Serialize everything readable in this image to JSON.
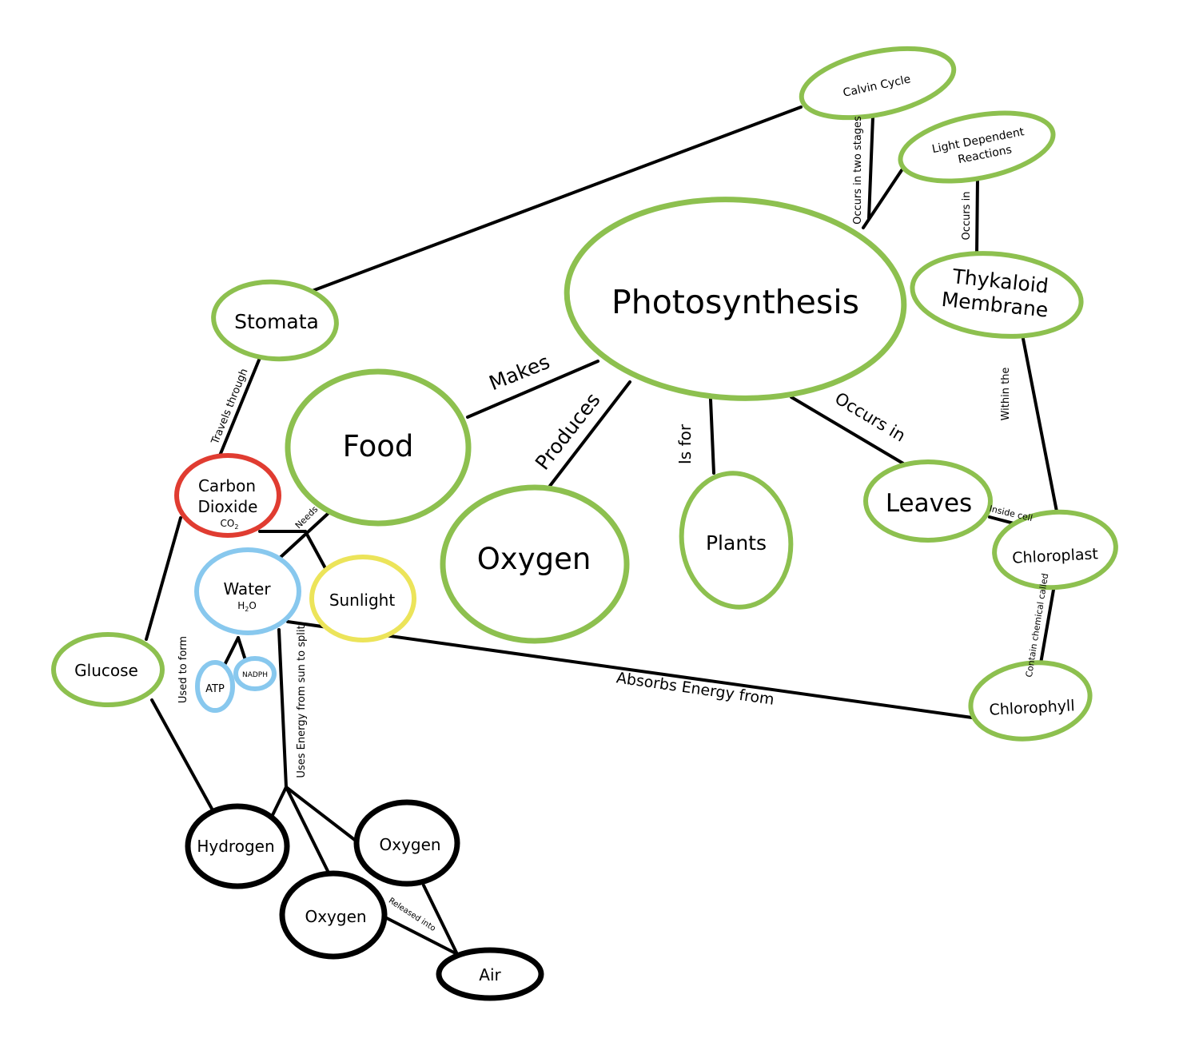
{
  "colors": {
    "green": "#8dc04f",
    "red": "#e03c31",
    "blue": "#88c8ee",
    "yellow": "#ece45a",
    "black": "#000000"
  },
  "nodes": {
    "photosynthesis": {
      "label": "Photosynthesis"
    },
    "calvin_cycle": {
      "label": "Calvin Cycle"
    },
    "light_dependent": {
      "line1": "Light Dependent",
      "line2": "Reactions"
    },
    "thykaloid": {
      "line1": "Thykaloid",
      "line2": "Membrane"
    },
    "stomata": {
      "label": "Stomata"
    },
    "food": {
      "label": "Food"
    },
    "oxygen_main": {
      "label": "Oxygen"
    },
    "plants": {
      "label": "Plants"
    },
    "leaves": {
      "label": "Leaves"
    },
    "chloroplast": {
      "label": "Chloroplast"
    },
    "chlorophyll": {
      "label": "Chlorophyll"
    },
    "carbon_dioxide": {
      "line1": "Carbon",
      "line2": "Dioxide",
      "formula": "CO",
      "formula_sub": "2"
    },
    "water": {
      "label": "Water",
      "formula_h": "H",
      "formula_sub": "2",
      "formula_o": "O"
    },
    "sunlight": {
      "label": "Sunlight"
    },
    "atp": {
      "label": "ATP"
    },
    "nadph": {
      "label": "NADPH"
    },
    "glucose": {
      "label": "Glucose"
    },
    "hydrogen": {
      "label": "Hydrogen"
    },
    "oxygen_split_a": {
      "label": "Oxygen"
    },
    "oxygen_split_b": {
      "label": "Oxygen"
    },
    "air": {
      "label": "Air"
    }
  },
  "edge_labels": {
    "makes": "Makes",
    "produces": "Produces",
    "is_for": "Is for",
    "occurs_in_leaves": "Occurs in",
    "occurs_in_two_stages": "Occurs in two stages",
    "occurs_in_thykaloid": "Occurs in",
    "within_the": "Within the",
    "inside_cell": "Inside cell",
    "contain_chemical": "Contain chemical called",
    "absorbs_energy": "Absorbs Energy from",
    "travels_through": "Travels through",
    "needs": "Needs",
    "used_to_form": "Used to form",
    "uses_energy": "Uses Energy from sun to split",
    "released_into": "Released into"
  }
}
